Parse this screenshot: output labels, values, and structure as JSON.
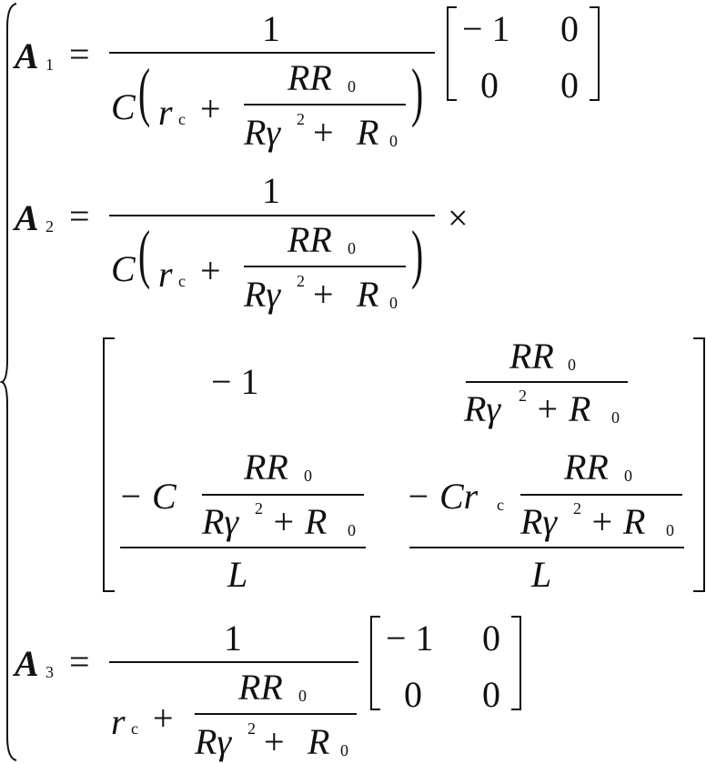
{
  "equation_system": {
    "brace": "{",
    "a1": {
      "symbol": "A",
      "index": "1",
      "equals": "=",
      "numerator": "1",
      "den_prefix": "C",
      "r": "r",
      "r_sub": "c",
      "plus": "+",
      "inner_num": "RR",
      "inner_num_sub": "0",
      "inner_den_R": "Rγ",
      "inner_den_sup": "2",
      "inner_den_plus": "+",
      "inner_den_R0": "R",
      "inner_den_R0_sub": "0",
      "matrix": [
        [
          "− 1",
          "0"
        ],
        [
          "0",
          "0"
        ]
      ]
    },
    "a2": {
      "symbol": "A",
      "index": "2",
      "equals": "=",
      "numerator": "1",
      "times": "×",
      "den_prefix": "C",
      "r": "r",
      "r_sub": "c",
      "plus": "+",
      "inner_num": "RR",
      "inner_num_sub": "0",
      "inner_den_R": "Rγ",
      "inner_den_sup": "2",
      "inner_den_plus": "+",
      "inner_den_R0": "R",
      "inner_den_R0_sub": "0",
      "matrix": {
        "m11": "− 1",
        "m12_num": "RR",
        "m12_num_sub": "0",
        "m12_den": "Rγ",
        "m12_den_sup": "2",
        "m12_den_tail": "+ R",
        "m12_den_sub": "0",
        "m21_prefix": "− C",
        "m21_num": "RR",
        "m21_num_sub": "0",
        "m21_den": "Rγ",
        "m21_den_sup": "2",
        "m21_den_tail": "+ R",
        "m21_den_sub": "0",
        "m21_outer_den": "L",
        "m22_prefix": "− Cr",
        "m22_prefix_sub": "c",
        "m22_num": "RR",
        "m22_num_sub": "0",
        "m22_den": "Rγ",
        "m22_den_sup": "2",
        "m22_den_tail": "+ R",
        "m22_den_sub": "0",
        "m22_outer_den": "L"
      }
    },
    "a3": {
      "symbol": "A",
      "index": "3",
      "equals": "=",
      "numerator": "1",
      "r": "r",
      "r_sub": "c",
      "plus": "+",
      "inner_num": "RR",
      "inner_num_sub": "0",
      "inner_den_R": "Rγ",
      "inner_den_sup": "2",
      "inner_den_plus": "+",
      "inner_den_R0": "R",
      "inner_den_R0_sub": "0",
      "matrix": [
        [
          "− 1",
          "0"
        ],
        [
          "0",
          "0"
        ]
      ]
    }
  }
}
